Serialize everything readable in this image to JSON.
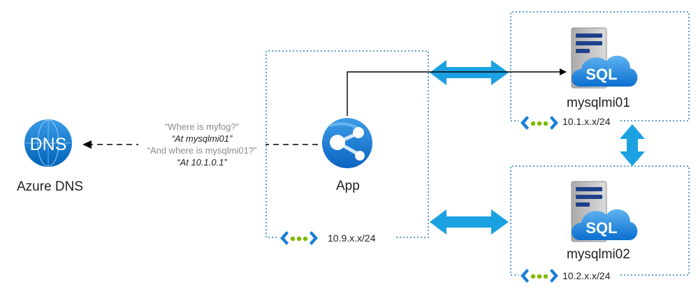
{
  "dns": {
    "icon_text": "DNS",
    "label": "Azure DNS"
  },
  "app": {
    "label": "App"
  },
  "app_vnet": {
    "cidr": "10.9.x.x/24"
  },
  "sql1": {
    "icon_text": "SQL",
    "label": "mysqlmi01",
    "cidr": "10.1.x.x/24"
  },
  "sql2": {
    "icon_text": "SQL",
    "label": "mysqlmi02",
    "cidr": "10.2.x.x/24"
  },
  "query": {
    "q1": "“Where is myfog?”",
    "a1": "“At mysqlmi01”",
    "q2": "“And where is mysqlmi01?”",
    "a2": "“At 10.1.0.1”"
  },
  "colors": {
    "accent": "#1ba1e2",
    "azure_blue": "#0078d4",
    "vnet_green": "#7fba00",
    "dotted_border": "#2a7fc1"
  }
}
